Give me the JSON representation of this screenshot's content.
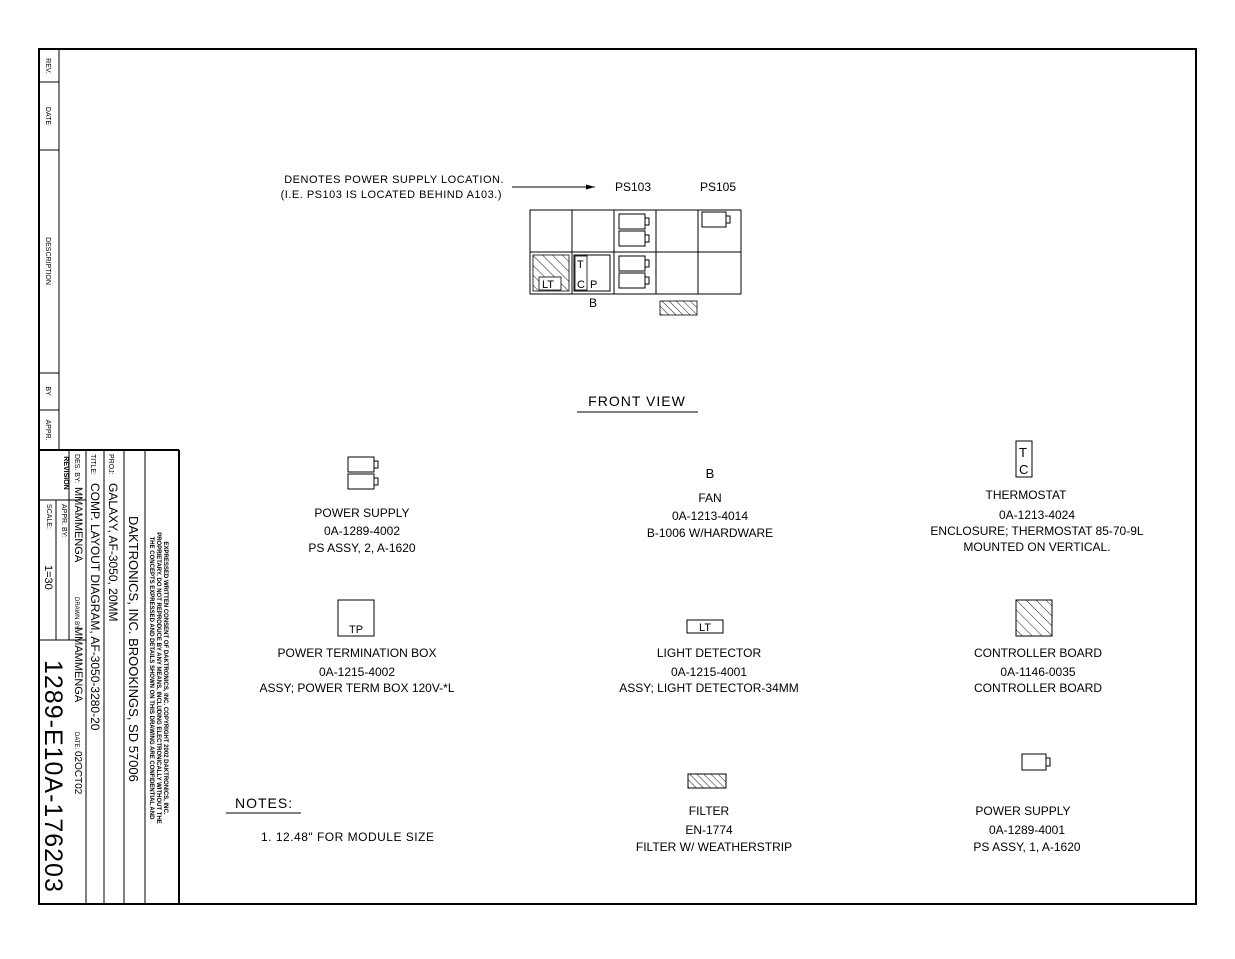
{
  "revision_block": {
    "rev": "REV.",
    "date": "DATE",
    "description": "DESCRIPTION",
    "by": "BY",
    "appr": "APPR.",
    "revision": "REVISION"
  },
  "title_block": {
    "confidential_line1": "THE CONCEPTS EXPRESSED AND DETAILS SHOWN ON THIS DRAWING ARE CONFIDENTIAL AND",
    "confidential_line2": "PROPRIETARY. DO NOT REPRODUCE BY ANY MEANS, INCLUDING ELECTRONICALLY WITHOUT THE",
    "confidential_line3": "EXPRESSED WRITTEN CONSENT OF DAKTRONICS, INC.          COPYRIGHT 2002 DAKTRONICS, INC.",
    "company": "DAKTRONICS, INC.  BROOKINGS, SD  57006",
    "proj_label": "PROJ:",
    "proj_value": "GALAXY, AF-3050, 20MM",
    "title_label": "TITLE:",
    "title_value": "COMP. LAYOUT DIAGRAM, AF-3050-3280-20",
    "des_label": "DES. BY:",
    "des_value": "MMAMMENGA",
    "drawn_label": "DRAWN BY:",
    "drawn_value": "MMAMMENGA",
    "date_label": "DATE:",
    "date_value": "02OCT02",
    "appr_label": "APPR. BY:",
    "scale_label": "SCALE:",
    "scale_value": "1=30",
    "drawing_number": "1289-E10A-176203"
  },
  "diagram": {
    "callout_line1": "DENOTES POWER SUPPLY LOCATION.",
    "callout_line2": "(I.E. PS103 IS LOCATED BEHIND A103.)",
    "ps103": "PS103",
    "ps105": "PS105",
    "grid_lt": "LT",
    "grid_t": "T",
    "grid_c": "C",
    "grid_p": "P",
    "grid_b": "B",
    "front_view": "FRONT VIEW"
  },
  "legend": {
    "power_supply_2": {
      "name": "POWER SUPPLY",
      "part": "0A-1289-4002",
      "desc": "PS ASSY, 2, A-1620"
    },
    "fan": {
      "symbol": "B",
      "name": "FAN",
      "part": "0A-1213-4014",
      "desc": "B-1006 W/HARDWARE"
    },
    "thermostat": {
      "symbol_t": "T",
      "symbol_c": "C",
      "name": "THERMOSTAT",
      "part": "0A-1213-4024",
      "desc": "ENCLOSURE; THERMOSTAT 85-70-9L",
      "note": "MOUNTED ON VERTICAL."
    },
    "power_term_box": {
      "symbol": "TP",
      "name": "POWER TERMINATION BOX",
      "part": "0A-1215-4002",
      "desc": "ASSY; POWER TERM BOX 120V-*L"
    },
    "light_detector": {
      "symbol": "LT",
      "name": "LIGHT DETECTOR",
      "part": "0A-1215-4001",
      "desc": "ASSY; LIGHT DETECTOR-34MM"
    },
    "controller_board": {
      "name": "CONTROLLER BOARD",
      "part": "0A-1146-0035",
      "desc": "CONTROLLER BOARD"
    },
    "filter": {
      "name": "FILTER",
      "part": "EN-1774",
      "desc": "FILTER W/ WEATHERSTRIP"
    },
    "power_supply_1": {
      "name": "POWER SUPPLY",
      "part": "0A-1289-4001",
      "desc": "PS ASSY, 1, A-1620"
    }
  },
  "notes": {
    "heading": "NOTES:",
    "item1": "1.   12.48\" FOR MODULE SIZE"
  }
}
